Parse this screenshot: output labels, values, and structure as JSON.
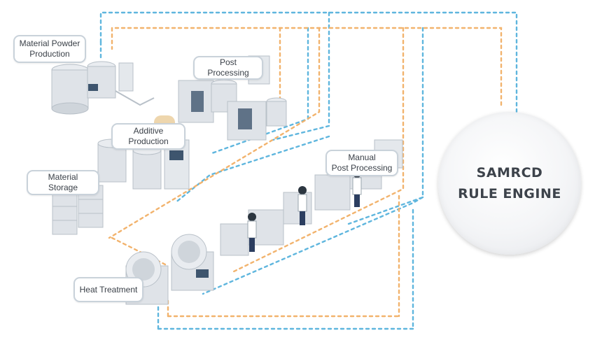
{
  "colors": {
    "blue_flow": "#5fb6de",
    "orange_flow": "#f2b36d",
    "equipment": "#dfe3e8",
    "equipment_dark": "#b8c0c8",
    "panel": "#3e556e",
    "label_border": "#c9d2da"
  },
  "stations": {
    "material_powder_production": "Material Powder\nProduction",
    "post_processing": "Post Processing",
    "additive_production": "Additive\nProduction",
    "material_storage": "Material Storage",
    "manual_post_processing": "Manual\nPost Processing",
    "heat_treatment": "Heat Treatment"
  },
  "engine": {
    "label": "SAMRCD\nRULE ENGINE"
  }
}
